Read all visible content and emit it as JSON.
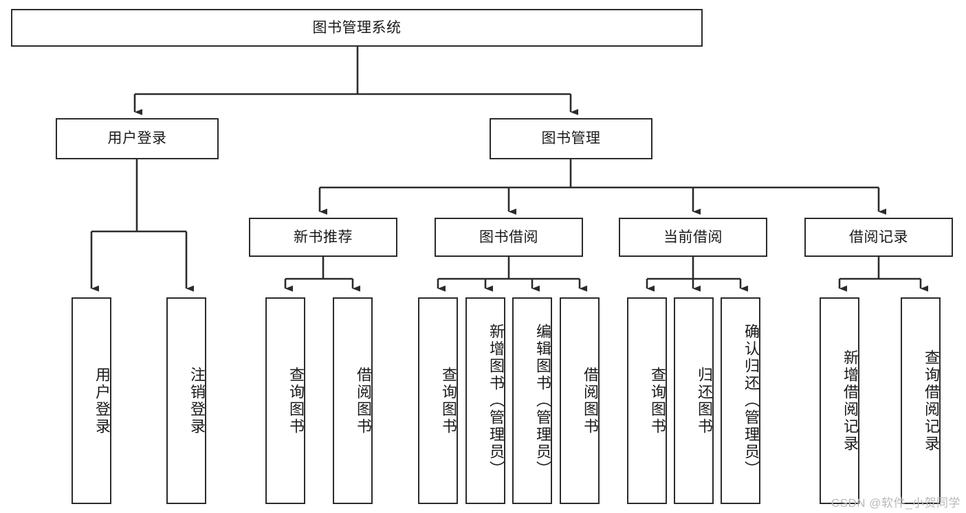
{
  "diagram": {
    "type": "tree",
    "title": "图书管理系统",
    "watermark": "CSDN @软件_小贺同学",
    "colors": {
      "stroke": "#2b2b2b",
      "fill": "#ffffff",
      "text": "#1a1a1a",
      "watermark": "#b9b9b9"
    },
    "nodes": {
      "root": {
        "label": "图书管理系统"
      },
      "level2": [
        {
          "key": "user-login",
          "label": "用户登录"
        },
        {
          "key": "book-management",
          "label": "图书管理"
        }
      ],
      "level3": [
        {
          "key": "new-book-recommend",
          "label": "新书推荐"
        },
        {
          "key": "book-borrow",
          "label": "图书借阅"
        },
        {
          "key": "current-borrow",
          "label": "当前借阅"
        },
        {
          "key": "borrow-record",
          "label": "借阅记录"
        }
      ],
      "leaves": {
        "user-login": [
          {
            "key": "leaf-user-login",
            "label": "用户登录"
          },
          {
            "key": "leaf-logout-login",
            "label": "注销登录"
          }
        ],
        "new-book-recommend": [
          {
            "key": "leaf-query-book-1",
            "label": "查询图书"
          },
          {
            "key": "leaf-borrow-book-1",
            "label": "借阅图书"
          }
        ],
        "book-borrow": [
          {
            "key": "leaf-query-book-2",
            "label": "查询图书"
          },
          {
            "key": "leaf-add-book-admin",
            "label": "新增图书（管理员）"
          },
          {
            "key": "leaf-edit-book-admin",
            "label": "编辑图书（管理员）"
          },
          {
            "key": "leaf-borrow-book-2",
            "label": "借阅图书"
          }
        ],
        "current-borrow": [
          {
            "key": "leaf-query-book-3",
            "label": "查询图书"
          },
          {
            "key": "leaf-return-book",
            "label": "归还图书"
          },
          {
            "key": "leaf-confirm-return-admin",
            "label": "确认归还（管理员）"
          }
        ],
        "borrow-record": [
          {
            "key": "leaf-add-borrow-record",
            "label": "新增借阅记录"
          },
          {
            "key": "leaf-query-borrow-record",
            "label": "查询借阅记录"
          }
        ]
      }
    }
  }
}
